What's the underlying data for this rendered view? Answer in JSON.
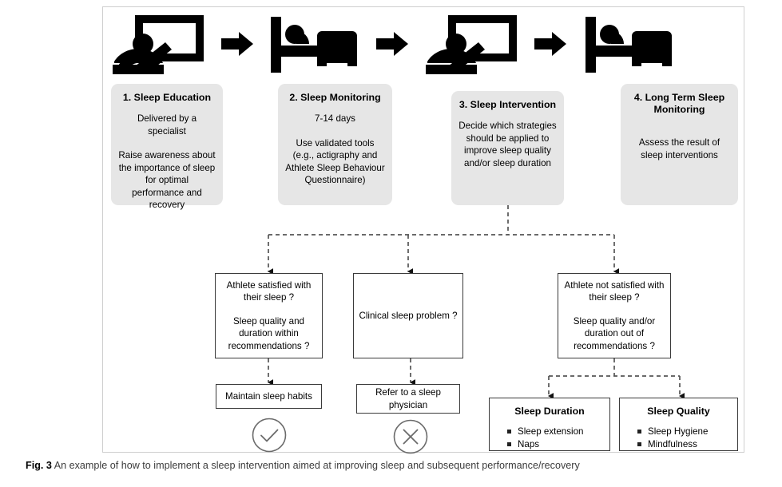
{
  "figure": {
    "caption_label": "Fig. 3",
    "caption_text": "An example of how to implement a sleep intervention aimed at improving sleep and subsequent performance/recovery"
  },
  "icons": [
    {
      "name": "teacher-presentation-icon",
      "label": "teacher at whiteboard"
    },
    {
      "name": "arrow-right-icon",
      "label": "arrow right"
    },
    {
      "name": "person-in-bed-icon",
      "label": "person sleeping in bed"
    },
    {
      "name": "arrow-right-icon",
      "label": "arrow right"
    },
    {
      "name": "teacher-presentation-icon",
      "label": "teacher at whiteboard"
    },
    {
      "name": "arrow-right-icon",
      "label": "arrow right"
    },
    {
      "name": "person-in-bed-icon",
      "label": "person sleeping in bed"
    }
  ],
  "stages": [
    {
      "title": "1. Sleep Education",
      "line1": "Delivered by a specialist",
      "line2": "Raise awareness about the importance of sleep for optimal performance and recovery"
    },
    {
      "title": "2. Sleep Monitoring",
      "line1": "7-14 days",
      "line2": "Use validated tools (e.g., actigraphy and Athlete Sleep Behaviour Questionnaire)"
    },
    {
      "title": "3. Sleep Intervention",
      "line1": "Decide which strategies should be applied to improve sleep quality and/or sleep duration",
      "line2": ""
    },
    {
      "title": "4. Long Term Sleep Monitoring",
      "line1": "",
      "line2": "Assess the result of sleep interventions"
    }
  ],
  "decisions": [
    {
      "name": "athlete-satisfied-box",
      "line1": "Athlete satisfied with their sleep ?",
      "line2": "Sleep quality and duration within recommendations ?"
    },
    {
      "name": "clinical-sleep-problem-box",
      "line1": "Clinical sleep problem ?",
      "line2": ""
    },
    {
      "name": "athlete-not-satisfied-box",
      "line1": "Athlete not satisfied with their sleep ?",
      "line2": "Sleep quality and/or duration out of recommendations ?"
    }
  ],
  "outcomes": [
    {
      "name": "maintain-sleep-habits-box",
      "text": "Maintain sleep habits",
      "verdict": "check-circle-icon"
    },
    {
      "name": "refer-to-physician-box",
      "text": "Refer to a sleep physician",
      "verdict": "cross-circle-icon"
    }
  ],
  "interventions": [
    {
      "name": "sleep-duration-box",
      "title": "Sleep Duration",
      "items": [
        "Sleep extension",
        "Naps"
      ]
    },
    {
      "name": "sleep-quality-box",
      "title": "Sleep Quality",
      "items": [
        "Sleep Hygiene",
        "Mindfulness"
      ]
    }
  ],
  "colors": {
    "stage_bg": "#e6e6e6",
    "box_border": "#3a3a3a",
    "connector": "#555555",
    "frame": "#cfcfcf",
    "icon": "#000000"
  }
}
